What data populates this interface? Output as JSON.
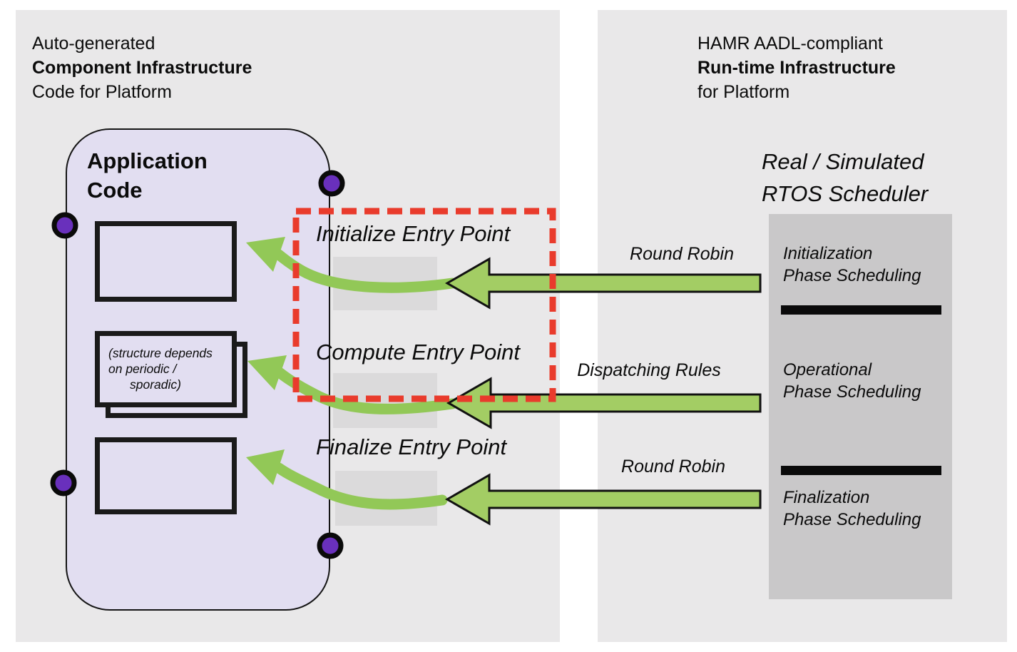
{
  "colors": {
    "panel_bg": "#E9E8E9",
    "app_shape_fill": "#E2DEF1",
    "port_purple": "#6930BC",
    "arrow_green": "#A3CD64",
    "ribbon_green": "#92C857",
    "dashed_red": "#E93B2C",
    "scheduler_box_bg": "#C9C8C9",
    "entry_slot_gray": "#DBDADB"
  },
  "left_panel": {
    "header_line1": "Auto-generated",
    "header_line2": "Component Infrastructure",
    "header_line3": "Code for Platform",
    "app_title": "Application Code",
    "note_line1": "(structure depends",
    "note_line2": "on periodic /",
    "note_line3": "sporadic)"
  },
  "entry_points": {
    "initialize": "Initialize Entry Point",
    "compute": "Compute Entry Point",
    "finalize": "Finalize Entry Point"
  },
  "arrow_labels": {
    "initialize": "Round Robin",
    "compute": "Dispatching Rules",
    "finalize": "Round Robin"
  },
  "right_panel": {
    "header_line1": "HAMR AADL-compliant",
    "header_line2": "Run-time Infrastructure",
    "header_line3": "for Platform",
    "scheduler_line1": "Real / Simulated",
    "scheduler_line2": "RTOS Scheduler",
    "phases": [
      {
        "line1": "Initialization",
        "line2": "Phase Scheduling"
      },
      {
        "line1": "Operational",
        "line2": "Phase Scheduling"
      },
      {
        "line1": "Finalization",
        "line2": "Phase Scheduling"
      }
    ]
  }
}
